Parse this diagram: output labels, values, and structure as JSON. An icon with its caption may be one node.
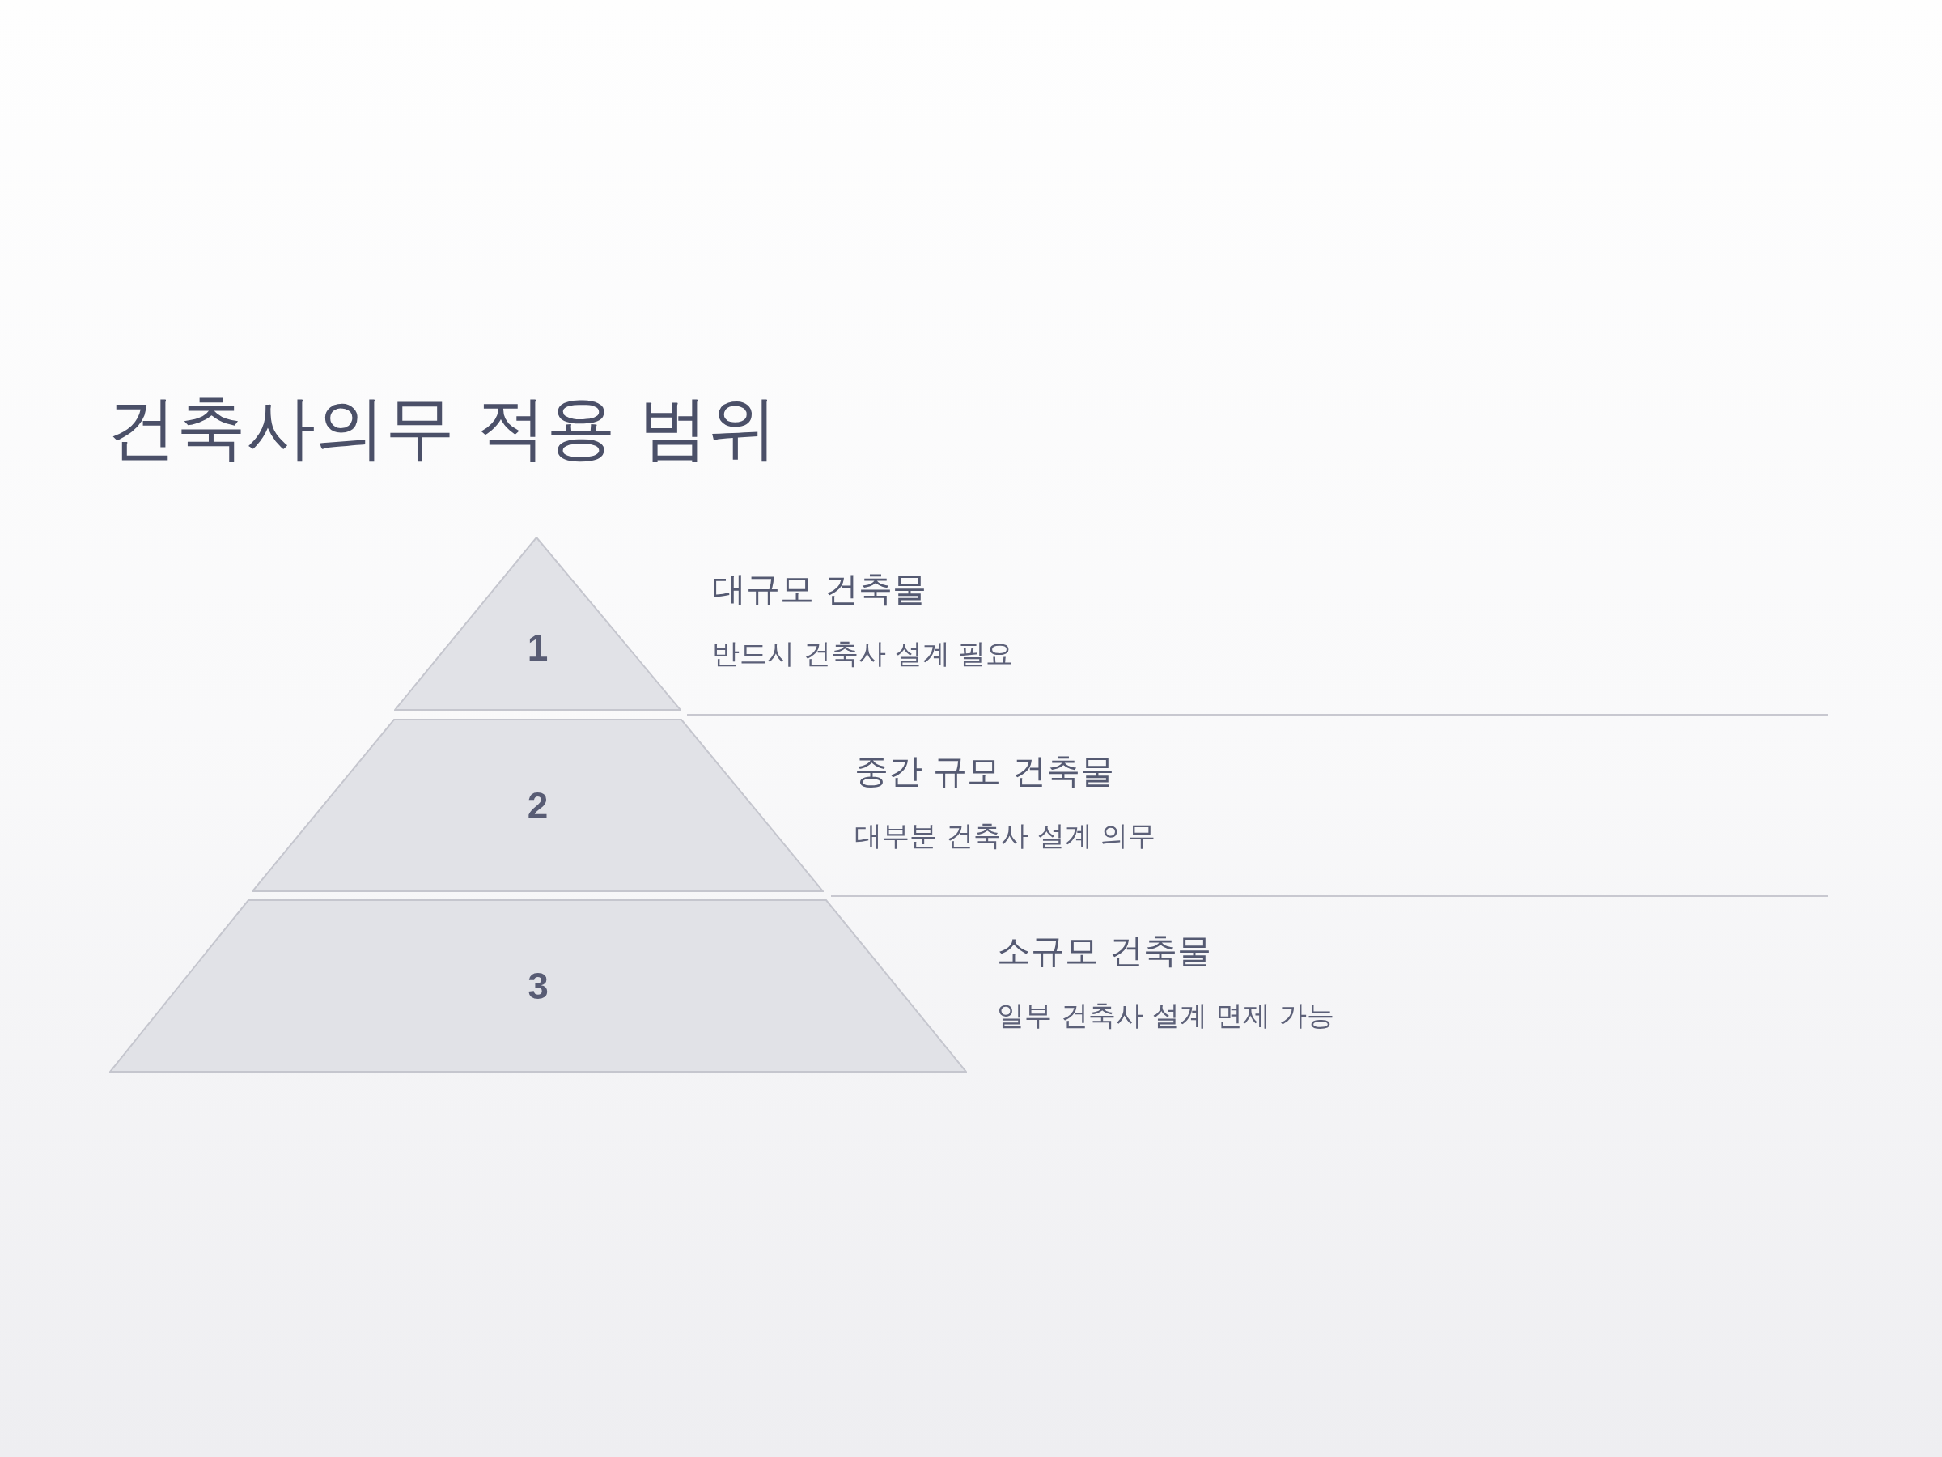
{
  "diagram": {
    "title": "건축사의무 적용 범위",
    "nodes": [
      {
        "text": [
          "1"
        ],
        "beside": [
          "대규모 건축물",
          "반드시 건축사 설계 필요"
        ]
      },
      {
        "text": [
          "2"
        ],
        "beside": [
          "중간 규모 건축물",
          "대부분 건축사 설계 의무"
        ]
      },
      {
        "text": [
          "3"
        ],
        "beside": [
          "소규모 건축물",
          "일부 건축사 설계 면제 가능"
        ]
      }
    ]
  }
}
